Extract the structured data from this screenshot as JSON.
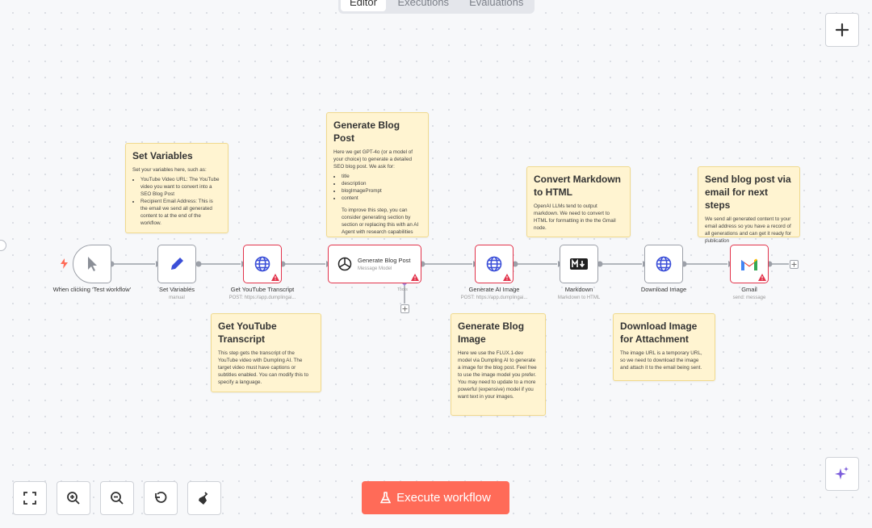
{
  "tabs": [
    "Editor",
    "Executions",
    "Evaluations"
  ],
  "notes": {
    "set_variables": {
      "title": "Set Variables",
      "intro": "Set your variables here, such as:",
      "items": [
        "YouTube Video URL: The YouTube video you want to convert into a SEO Blog Post",
        "Recipient Email Address: This is the email we send all generated content to at the end of the workflow."
      ]
    },
    "generate_blog_post": {
      "title": "Generate Blog Post",
      "intro": "Here we get GPT-4o (or a model of your choice) to generate a detailed SEO blog post. We ask for:",
      "items": [
        "title",
        "description",
        "blogImagePrompt",
        "content"
      ],
      "outro": "To improve this step, you can consider generating section by section or replacing this with an AI Agent with research capabilities"
    },
    "convert_markdown": {
      "title": "Convert Markdown to HTML",
      "body": "OpenAI LLMs tend to output markdown. We need to convert to HTML for formatting in the the Gmail node."
    },
    "send_blog_post": {
      "title": "Send blog post via email for next steps",
      "body": "We send all generated content to your email address so you have a record of all generations and can get it ready for publication"
    },
    "get_youtube_transcript": {
      "title": "Get YouTube Transcript",
      "body": "This step gets the transcript of the YouTube video with Dumpling AI. The target video must have captions or subtitles enabled. You can modify this to specify a language."
    },
    "generate_blog_image": {
      "title": "Generate Blog Image",
      "body": "Here we use the FLUX.1-dev model via Dumpling AI to generate a image for the blog post. Feel free to use the image model you prefer. You may need to update to a more powerful (expensive) model if you want text in your images."
    },
    "download_image": {
      "title": "Download Image for Attachment",
      "body": "The image URL is a temporary URL, so we need to download the image and attach it to the email being sent."
    }
  },
  "nodes": {
    "trigger": {
      "label": "When clicking ‘Test workflow’",
      "icon": "cursor-icon"
    },
    "set_variables": {
      "label": "Set Variables",
      "sub": "manual",
      "icon": "pencil-icon"
    },
    "get_transcript": {
      "label": "Get YouTube Transcript",
      "sub": "POST: https://app.dumplingai...",
      "icon": "globe-icon"
    },
    "generate_blog_post": {
      "label": "Generate Blog Post",
      "sub": "Message Model",
      "icon": "openai-icon",
      "tools_label": "Tools"
    },
    "generate_ai_image": {
      "label": "Generate AI Image",
      "sub": "POST: https://app.dumplingai...",
      "icon": "globe-icon"
    },
    "markdown": {
      "label": "Markdown",
      "sub": "Markdown to HTML",
      "icon": "markdown-icon"
    },
    "download_image": {
      "label": "Download Image",
      "icon": "globe-icon"
    },
    "gmail": {
      "label": "Gmail",
      "sub": "send: message",
      "icon": "gmail-icon"
    }
  },
  "execute_button": {
    "label": "Execute workflow"
  },
  "colors": {
    "accent": "#ff6b58",
    "error": "#e2334b",
    "note_bg": "#fff4d1",
    "globe": "#3b4fd8"
  }
}
